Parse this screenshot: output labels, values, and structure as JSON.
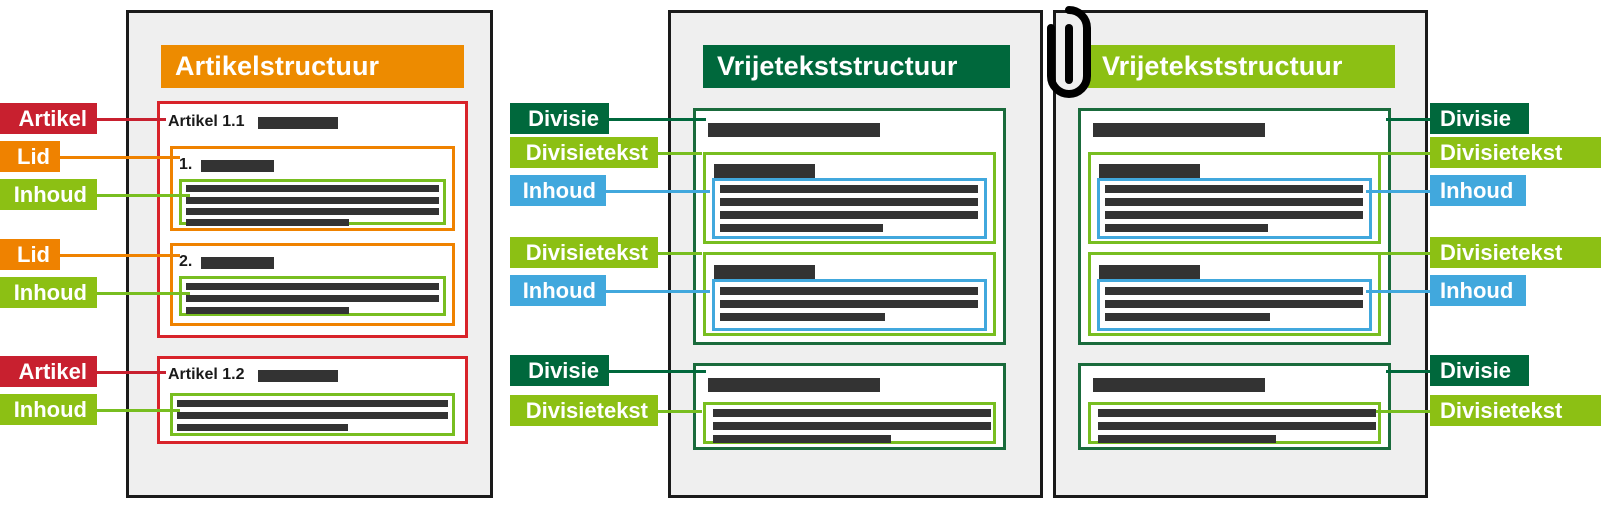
{
  "colors": {
    "artikel_red": "#d8232a",
    "chip_red": "#c8202f",
    "lid_orange": "#ef8200",
    "title_orange": "#ed8b00",
    "inhoud_lime": "#8cc014",
    "box_lime": "#78be20",
    "divisie_darkgreen": "#00683c",
    "box_darkgreen": "#1a6b3c",
    "inhoud_blue": "#41a8dd",
    "panel_bg": "#efefef",
    "panel_border": "#1a1a1a",
    "bar_gray": "#333333"
  },
  "panels": [
    {
      "id": "artikelstructuur",
      "title": "Artikelstructuur",
      "title_color": "#ed8b00",
      "blocks": [
        {
          "heading": "Artikel 1.1",
          "type": "artikel"
        },
        {
          "heading": "1.",
          "type": "lid"
        },
        {
          "heading": "2.",
          "type": "lid"
        },
        {
          "heading": "Artikel 1.2",
          "type": "artikel"
        }
      ]
    },
    {
      "id": "vrijetekststructuur-midden",
      "title": "Vrijetekststructuur",
      "title_color": "#00683c"
    },
    {
      "id": "vrijetekststructuur-rechts",
      "title": "Vrijetekststructuur",
      "title_color": "#8cc014"
    }
  ],
  "labels": {
    "artikel": "Artikel",
    "lid": "Lid",
    "inhoud": "Inhoud",
    "divisie": "Divisie",
    "divisietekst": "Divisietekst"
  },
  "left_chips": [
    {
      "text": "Artikel",
      "color": "#c8202f"
    },
    {
      "text": "Lid",
      "color": "#ef8200"
    },
    {
      "text": "Inhoud",
      "color": "#8cc014"
    },
    {
      "text": "Lid",
      "color": "#ef8200"
    },
    {
      "text": "Inhoud",
      "color": "#8cc014"
    },
    {
      "text": "Artikel",
      "color": "#c8202f"
    },
    {
      "text": "Inhoud",
      "color": "#8cc014"
    }
  ],
  "mid_chips": [
    {
      "text": "Divisie",
      "color": "#00683c"
    },
    {
      "text": "Divisietekst",
      "color": "#8cc014"
    },
    {
      "text": "Inhoud",
      "color": "#41a8dd"
    },
    {
      "text": "Divisietekst",
      "color": "#8cc014"
    },
    {
      "text": "Inhoud",
      "color": "#41a8dd"
    },
    {
      "text": "Divisie",
      "color": "#00683c"
    },
    {
      "text": "Divisietekst",
      "color": "#8cc014"
    }
  ],
  "right_chips": [
    {
      "text": "Divisie",
      "color": "#00683c"
    },
    {
      "text": "Divisietekst",
      "color": "#8cc014"
    },
    {
      "text": "Inhoud",
      "color": "#41a8dd"
    },
    {
      "text": "Divisietekst",
      "color": "#8cc014"
    },
    {
      "text": "Inhoud",
      "color": "#41a8dd"
    },
    {
      "text": "Divisie",
      "color": "#00683c"
    },
    {
      "text": "Divisietekst",
      "color": "#8cc014"
    }
  ],
  "icons": {
    "paperclip": "paperclip-icon"
  }
}
